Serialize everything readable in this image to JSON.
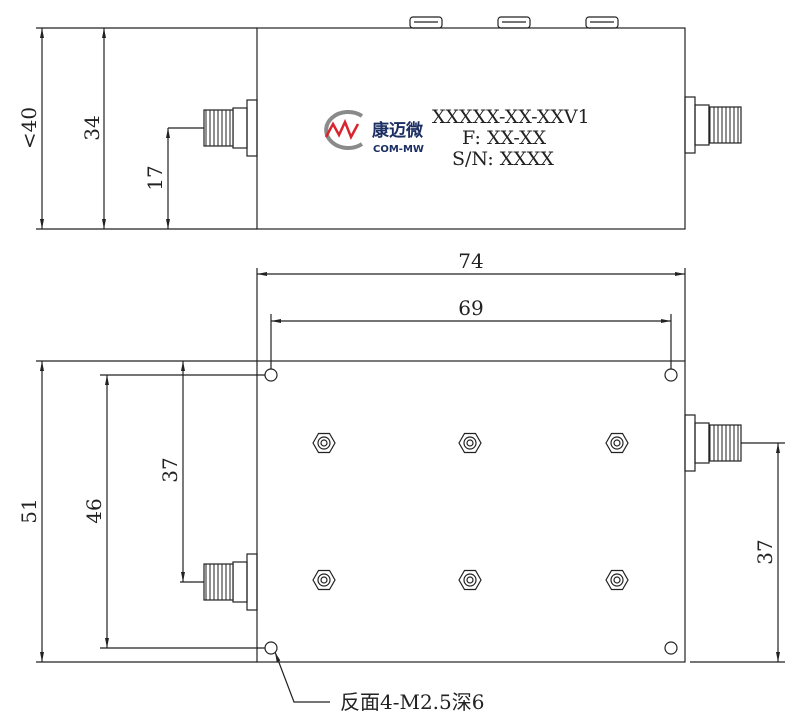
{
  "top_view": {
    "dim_height": "<40",
    "dim_connector_body": "34",
    "dim_connector_center": "17",
    "label": {
      "model": "XXXXX-XX-XXV1",
      "freq": "F: XX-XX",
      "serial": "S/N: XXXX"
    },
    "logo": {
      "name_cn": "康迈微",
      "name_en": "COM-MW",
      "colors": {
        "ring": "#8a8a8a",
        "wave": "#d9232e",
        "text": "#1c2f63"
      }
    }
  },
  "bottom_view": {
    "dim_overall_width": "74",
    "dim_hole_spacing_x": "69",
    "dim_overall_height": "51",
    "dim_hole_spacing_y": "46",
    "dim_left_connector": "37",
    "dim_right_connector": "37",
    "note": "反面4-M2.5深6"
  }
}
